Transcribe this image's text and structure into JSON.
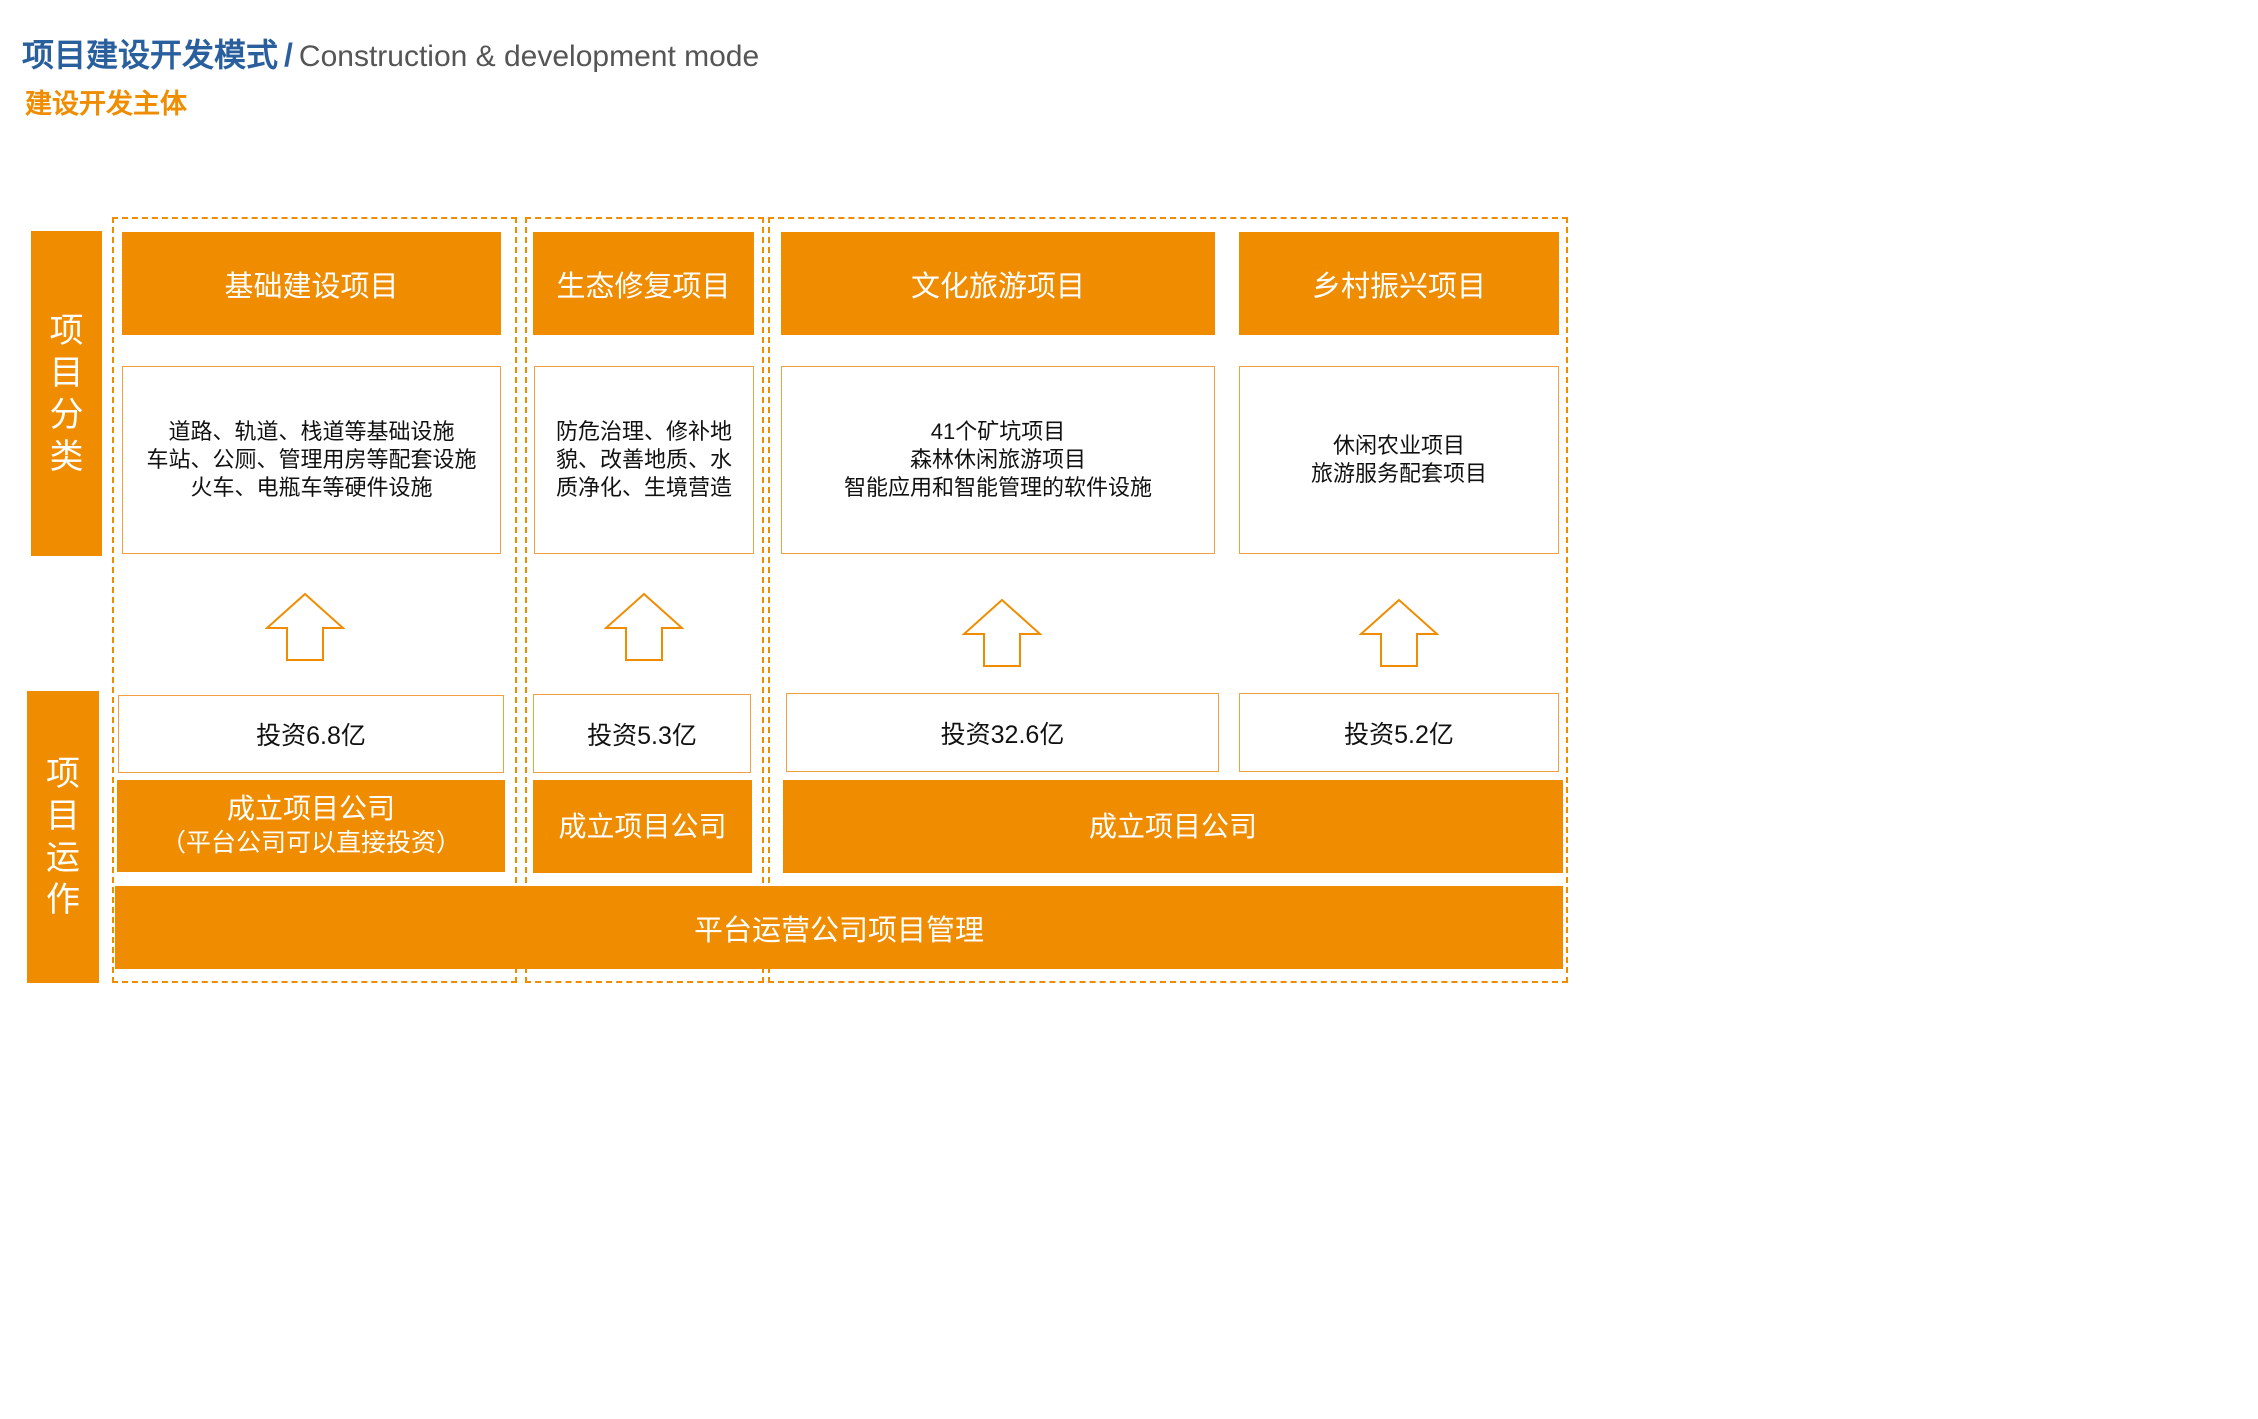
{
  "header": {
    "title_cn": "项目建设开发模式",
    "separator": "/",
    "title_en": "Construction & development mode",
    "subtitle": "建设开发主体"
  },
  "side_labels": {
    "classification": "项目分类",
    "operation": "项目运作"
  },
  "categories": [
    {
      "title": "基础建设项目",
      "lines": [
        "道路、轨道、栈道等基础设施",
        "车站、公厕、管理用房等配套设施",
        "火车、电瓶车等硬件设施"
      ],
      "investment": "投资6.8亿"
    },
    {
      "title": "生态修复项目",
      "lines": [
        "防危治理、修补地",
        "貌、改善地质、水",
        "质净化、生境营造"
      ],
      "investment": "投资5.3亿"
    },
    {
      "title": "文化旅游项目",
      "lines": [
        "41个矿坑项目",
        "森林休闲旅游项目",
        "智能应用和智能管理的软件设施"
      ],
      "investment": "投资32.6亿"
    },
    {
      "title": "乡村振兴项目",
      "lines": [
        "休闲农业项目",
        "旅游服务配套项目"
      ],
      "investment": "投资5.2亿"
    }
  ],
  "companies": [
    {
      "label": "成立项目公司",
      "note": "（平台公司可以直接投资）"
    },
    {
      "label": "成立项目公司"
    },
    {
      "label": "成立项目公司"
    }
  ],
  "platform": "平台运营公司项目管理",
  "arrow_icon": "up-arrow-outline",
  "colors": {
    "accent": "#f08c00",
    "title_blue": "#2a5f9e"
  }
}
